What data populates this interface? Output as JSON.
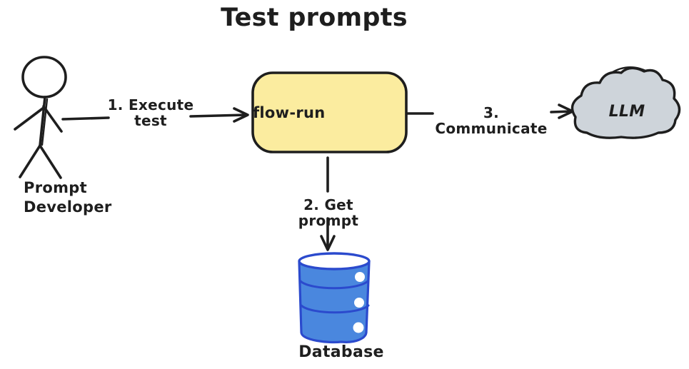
{
  "diagram": {
    "title": "Test prompts",
    "nodes": {
      "actor": {
        "label": "Prompt\nDeveloper",
        "shape": "stick-figure"
      },
      "flow_run": {
        "label": "flow-run",
        "shape": "rounded-rectangle"
      },
      "llm": {
        "label": "LLM",
        "shape": "cloud"
      },
      "database": {
        "label": "Database",
        "shape": "cylinder"
      }
    },
    "edges": {
      "execute_test": {
        "label": "1. Execute\ntest",
        "from": "actor",
        "to": "flow_run"
      },
      "communicate": {
        "label": "3. Communicate",
        "from": "flow_run",
        "to": "llm"
      },
      "get_prompt": {
        "label": "2. Get prompt",
        "from": "flow_run",
        "to": "database"
      }
    },
    "colors": {
      "background": "#ffffff",
      "ink": "#1e1e1e",
      "flow_run_fill": "#fbec9f",
      "cloud_fill": "#ced4da",
      "db_fill": "#4a87de",
      "db_stroke": "#2b4acd"
    }
  }
}
